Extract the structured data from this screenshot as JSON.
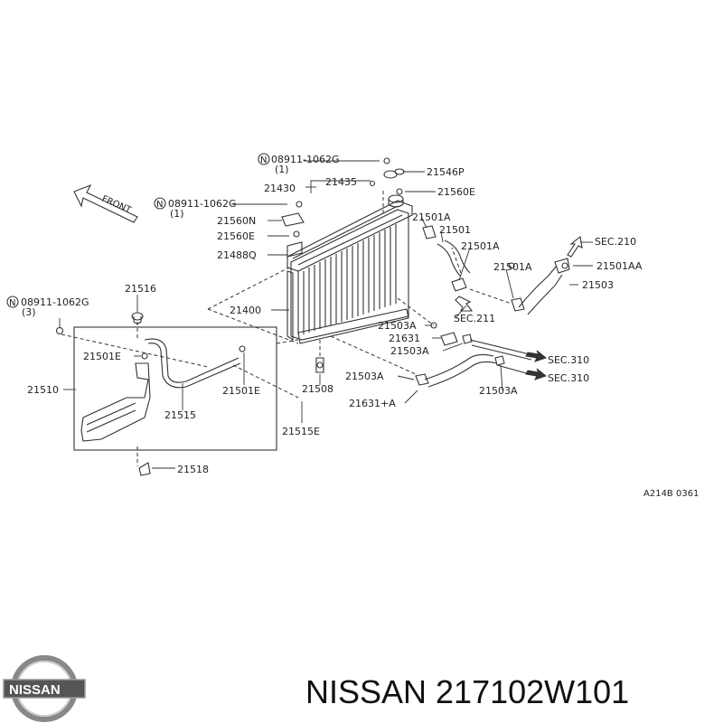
{
  "diagram": {
    "front_label": "FRONT",
    "ref_code": "A214B 0361",
    "labels": {
      "p_21546P": "21546P",
      "p_21430": "21430",
      "p_21435": "21435",
      "p_21560E_top": "21560E",
      "p_08911_top": "08911-1062G",
      "p_08911_top_qty": "(1)",
      "p_08911_mid": "08911-1062G",
      "p_08911_mid_qty": "(1)",
      "p_21560N": "21560N",
      "p_21560E_mid": "21560E",
      "p_21488Q": "21488Q",
      "p_21501A_1": "21501A",
      "p_21501": "21501",
      "p_21501A_2": "21501A",
      "p_21501A_3": "21501A",
      "p_21501AA": "21501AA",
      "p_21503": "21503",
      "sec_210": "SEC.210",
      "sec_211": "SEC.211",
      "p_21516": "21516",
      "p_08911_left": "08911-1062G",
      "p_08911_left_qty": "(3)",
      "p_21400": "21400",
      "p_21503A_1": "21503A",
      "p_21631": "21631",
      "p_21503A_2": "21503A",
      "sec_310_1": "SEC.310",
      "sec_310_2": "SEC.310",
      "p_21501E_1": "21501E",
      "p_21501E_2": "21501E",
      "p_21510": "21510",
      "p_21515": "21515",
      "p_21508": "21508",
      "p_21503A_3": "21503A",
      "p_21631A": "21631+A",
      "p_21503A_4": "21503A",
      "p_21515E": "21515E",
      "p_21518": "21518"
    }
  },
  "footer": {
    "brand_logo": "NISSAN",
    "part_title": "NISSAN 217102W101"
  },
  "icons": {
    "logo": "nissan-logo-icon",
    "circled_n": "circled-n-icon",
    "arrow": "direction-arrow-icon"
  }
}
